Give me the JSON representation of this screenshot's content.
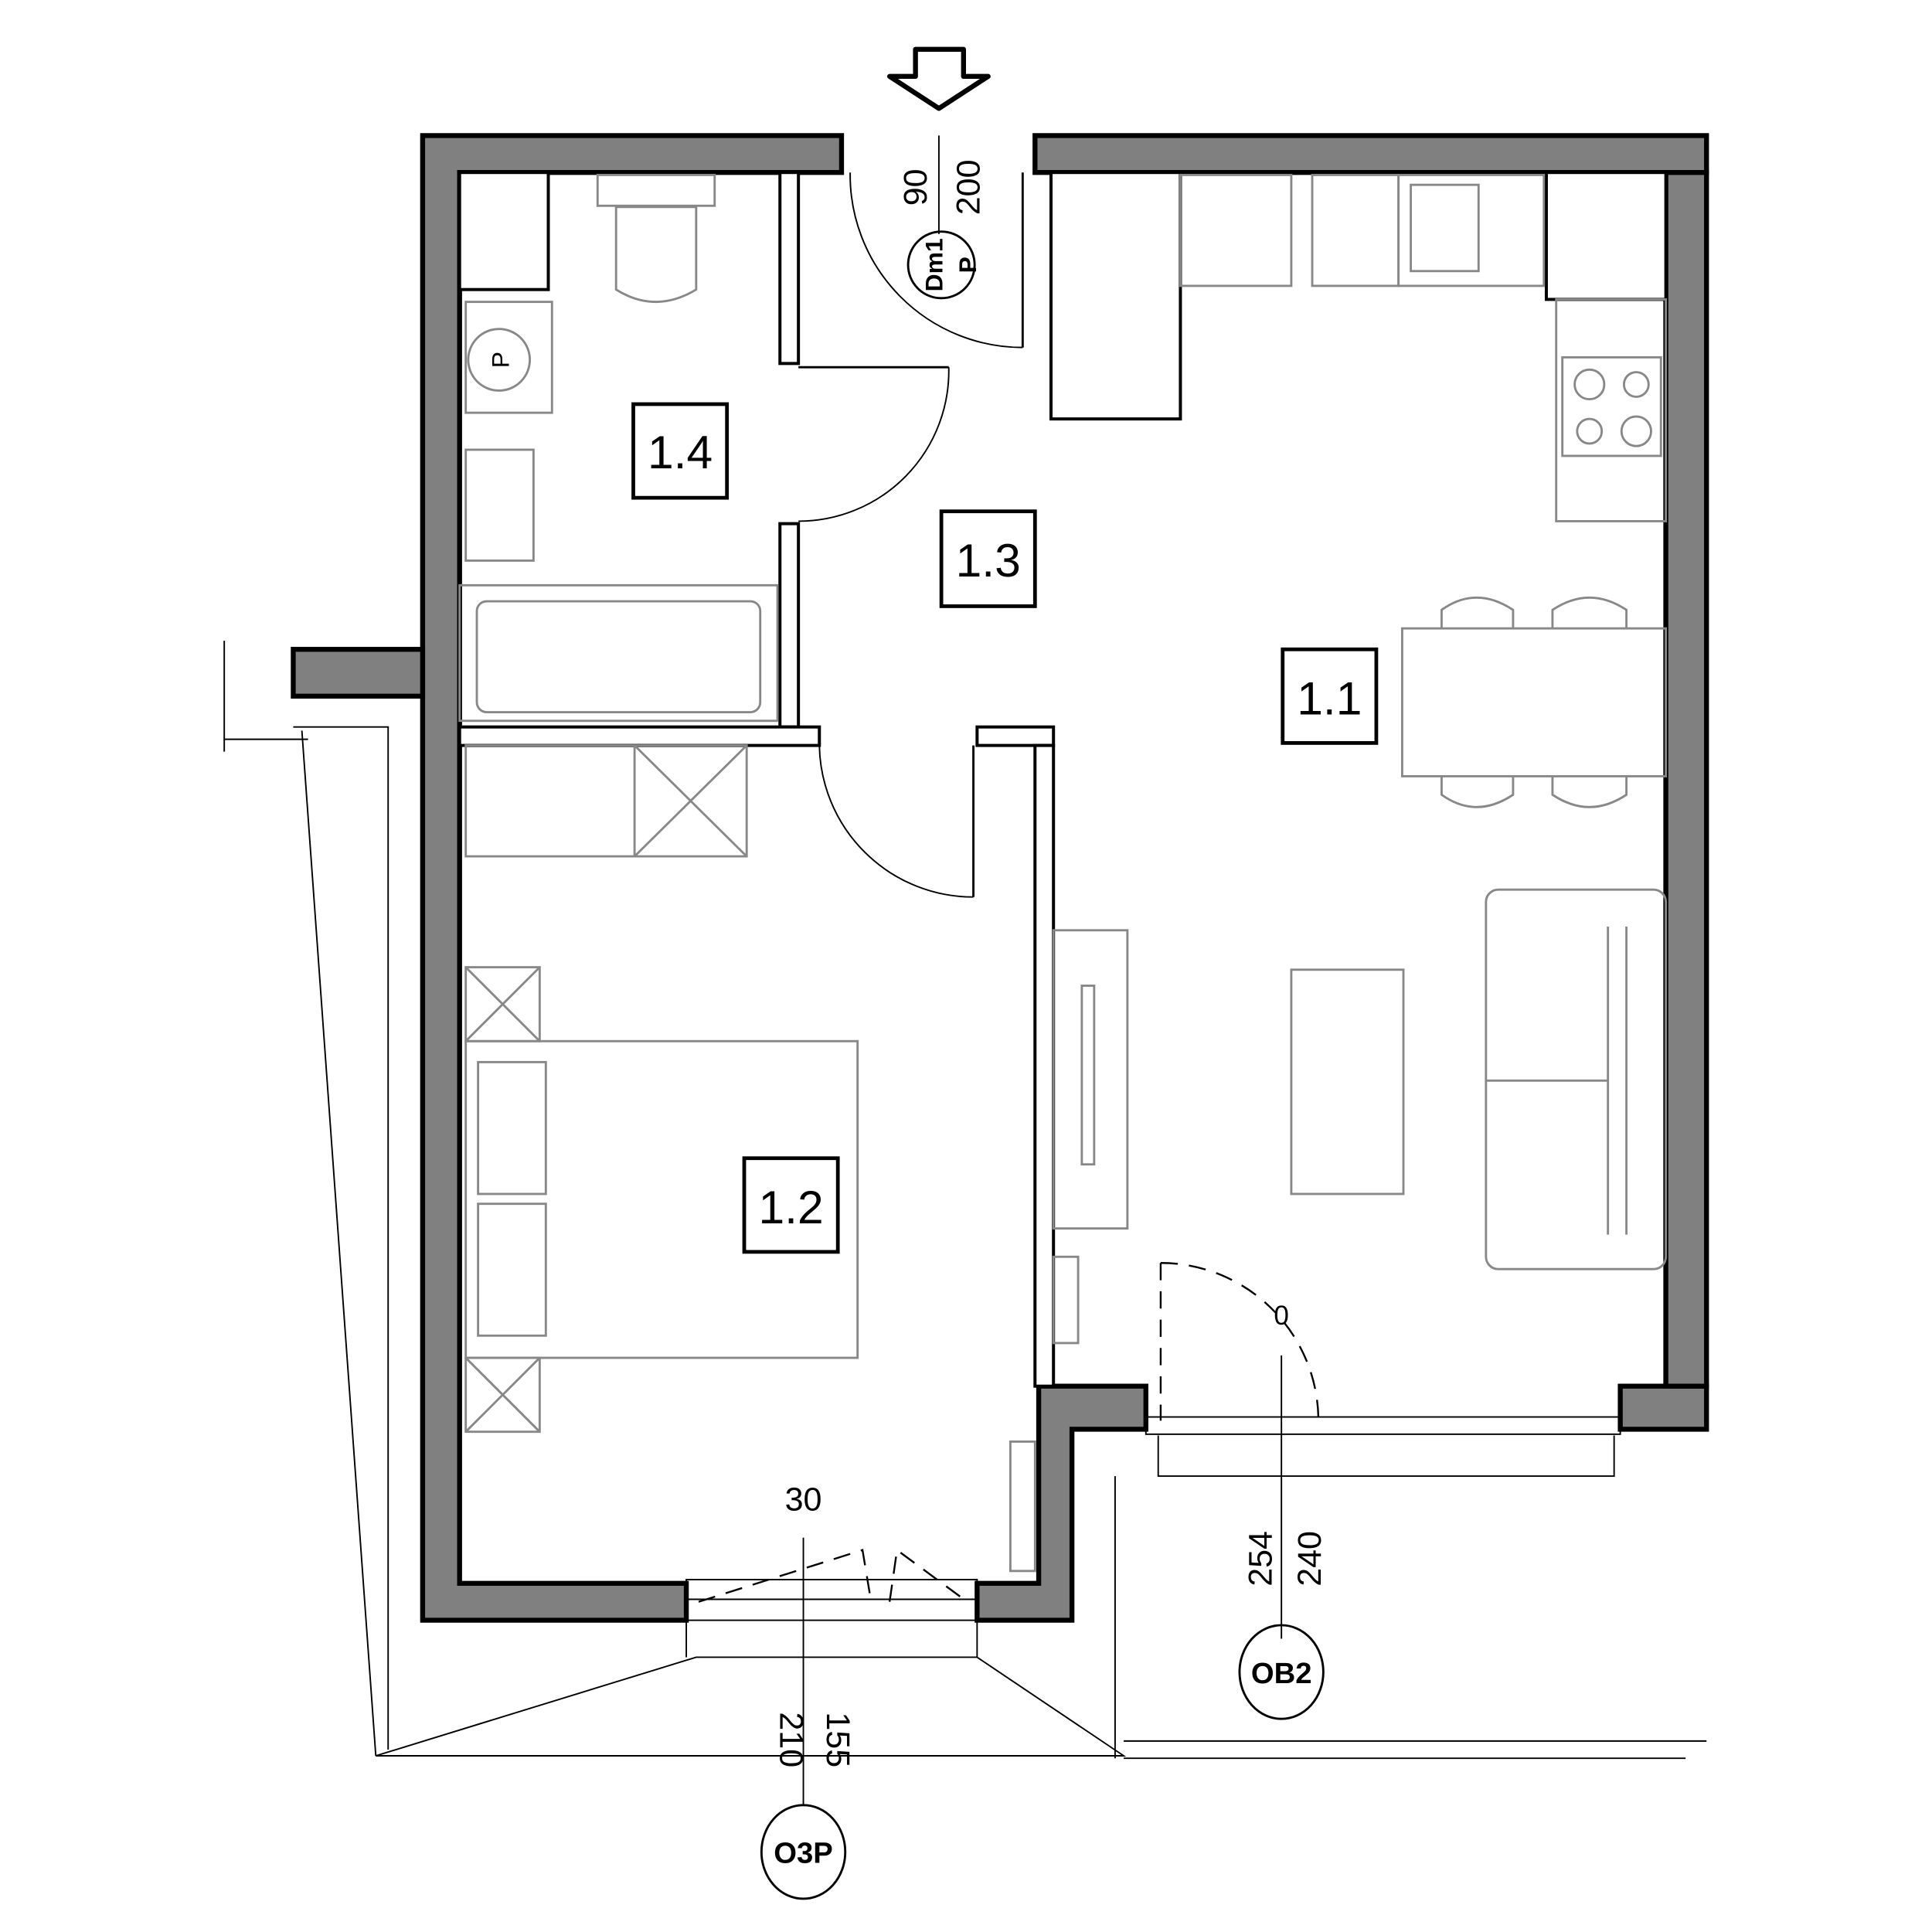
{
  "rooms": [
    {
      "id": "1.1"
    },
    {
      "id": "1.2"
    },
    {
      "id": "1.3"
    },
    {
      "id": "1.4"
    }
  ],
  "entrance_door": {
    "width": "90",
    "height": "200",
    "code": "Dm1",
    "sub": "P"
  },
  "bedroom_window": {
    "top": "30",
    "width": "155",
    "height": "210",
    "code": "O3P"
  },
  "balcony_door": {
    "width": "254",
    "height": "240",
    "code": "OB2",
    "mark": "0"
  },
  "washing_machine": {
    "label": "P"
  },
  "colors": {
    "wall": "#808080",
    "line": "#000000",
    "furniture": "#888888"
  }
}
